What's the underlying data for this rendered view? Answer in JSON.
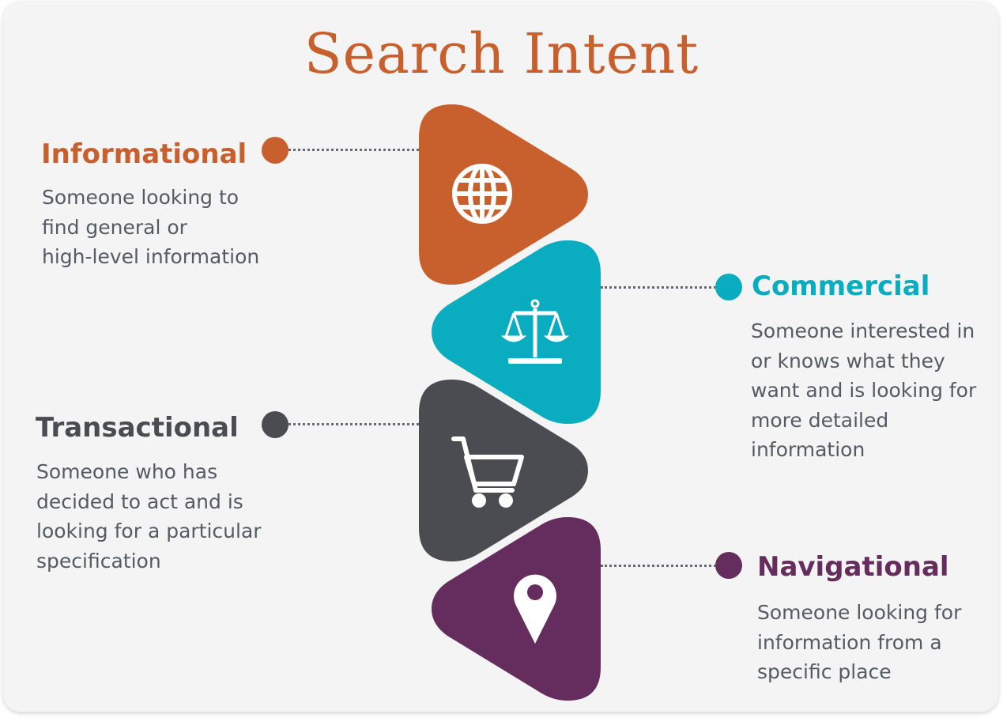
{
  "title": "Search Intent",
  "colors": {
    "informational": "#c8602d",
    "commercial": "#0aacbf",
    "transactional": "#4b4c52",
    "navigational": "#652d5e",
    "description_text": "#555a63"
  },
  "intents": [
    {
      "key": "informational",
      "label": "Informational",
      "icon": "globe-icon",
      "description": [
        "Someone looking to",
        "find general or",
        "high-level information"
      ]
    },
    {
      "key": "commercial",
      "label": "Commercial",
      "icon": "scales-icon",
      "description": [
        "Someone interested in",
        "or knows what they",
        "want and is looking for",
        "more detailed",
        "information"
      ]
    },
    {
      "key": "transactional",
      "label": "Transactional",
      "icon": "shopping-cart-icon",
      "description": [
        "Someone who has",
        "decided to act and is",
        "looking for a particular",
        "specification"
      ]
    },
    {
      "key": "navigational",
      "label": "Navigational",
      "icon": "location-pin-icon",
      "description": [
        "Someone looking for",
        "information from a",
        "specific place"
      ]
    }
  ]
}
